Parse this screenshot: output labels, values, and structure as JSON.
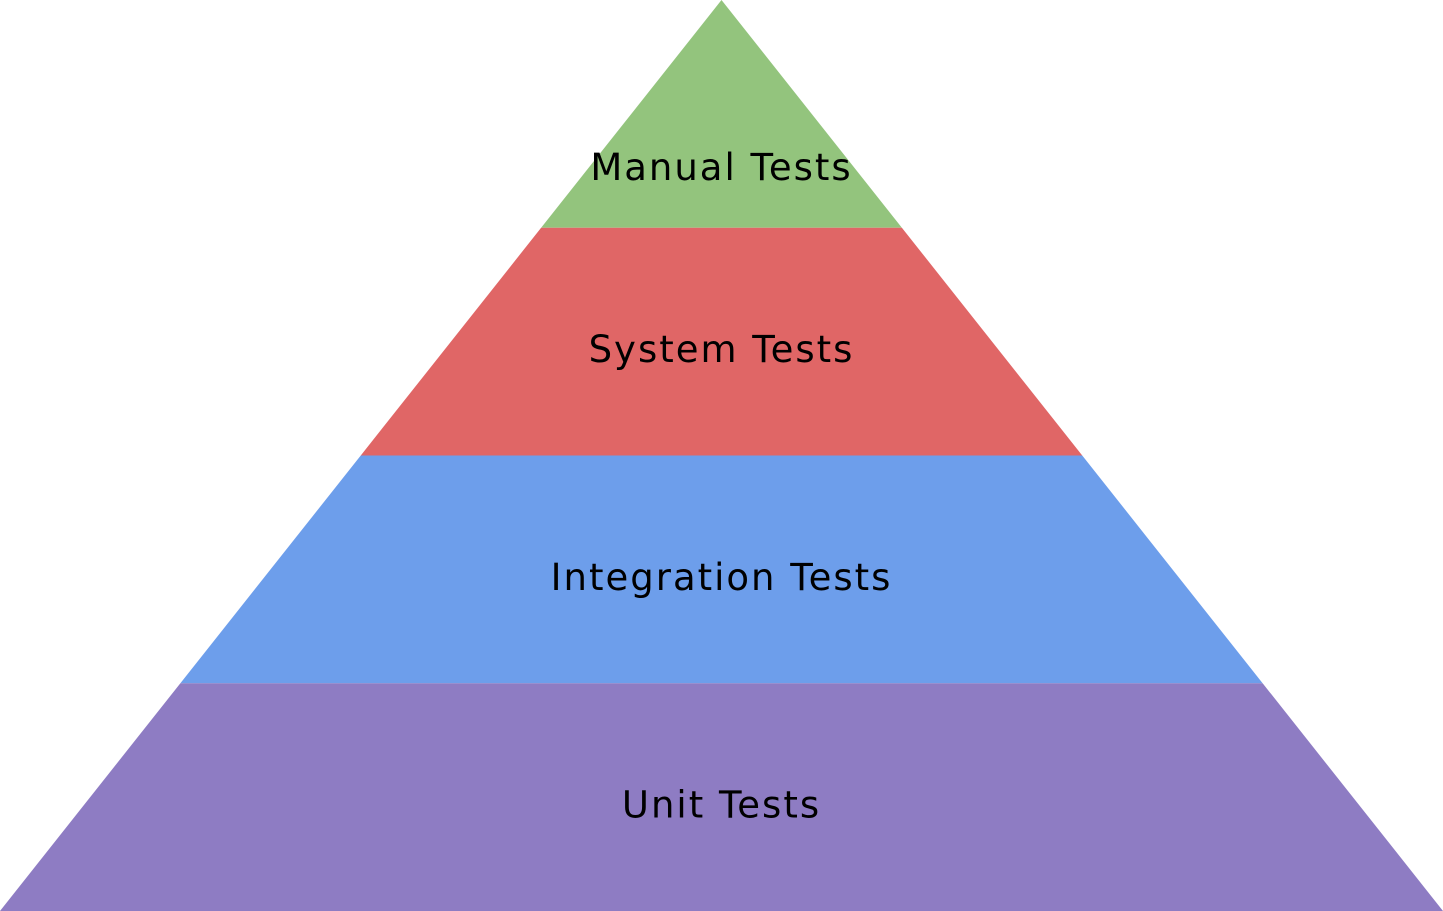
{
  "diagram": {
    "type": "pyramid",
    "layers": [
      {
        "label": "Manual Tests",
        "color": "#93c47d"
      },
      {
        "label": "System Tests",
        "color": "#e06666"
      },
      {
        "label": "Integration Tests",
        "color": "#6d9eeb"
      },
      {
        "label": "Unit Tests",
        "color": "#8e7cc3"
      }
    ]
  }
}
